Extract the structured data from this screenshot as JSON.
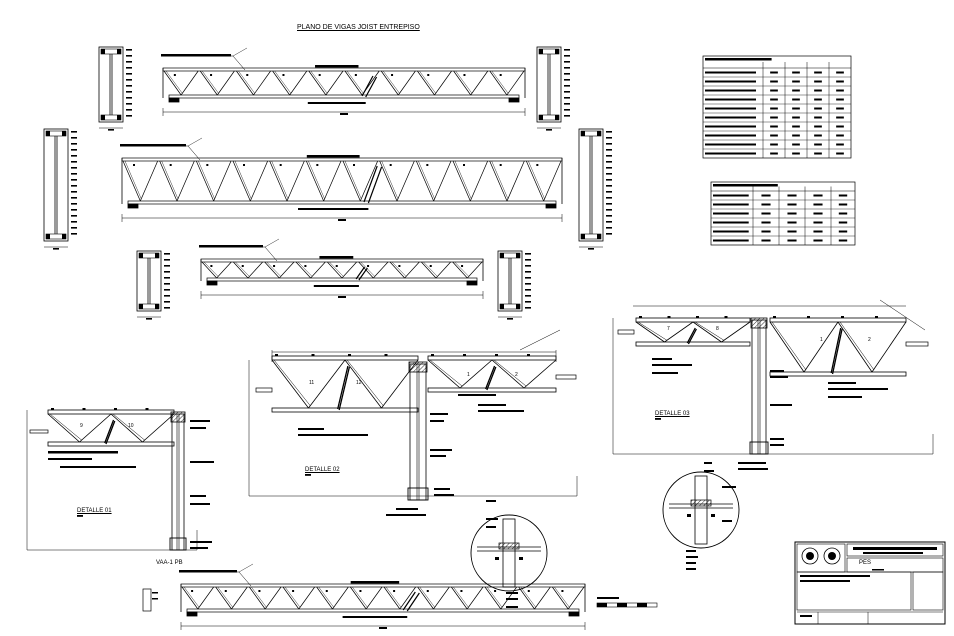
{
  "sheet": {
    "title": "PLANO DE VIGAS JOIST ENTREPISO",
    "detail_01": "DETALLE 01",
    "detail_02": "DETALLE 02",
    "detail_03": "DETALLE 03",
    "vaa_label": "VAA-1 PB",
    "title_block_code": "PES"
  },
  "panel_numbers": {
    "d01": [
      "9",
      "10"
    ],
    "d02": [
      "11",
      "12",
      "1",
      "2"
    ],
    "d03": [
      "7",
      "8",
      "1",
      "2"
    ]
  }
}
